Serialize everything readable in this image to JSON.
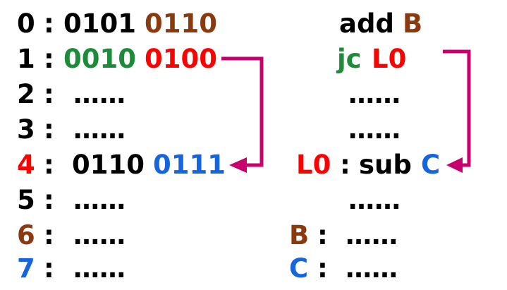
{
  "colors": {
    "black": "#000000",
    "brown": "#8B3A0F",
    "green": "#1E8B3A",
    "red": "#FF0000",
    "blue": "#1565E0",
    "arrow": "#C8006E"
  },
  "memory": {
    "rows": [
      {
        "addr": "0",
        "sep": ":",
        "op": "0101",
        "arg": "0110",
        "dots": ""
      },
      {
        "addr": "1",
        "sep": ":",
        "op": "0010",
        "arg": "0100",
        "dots": ""
      },
      {
        "addr": "2",
        "sep": ":",
        "op": "",
        "arg": "",
        "dots": "……"
      },
      {
        "addr": "3",
        "sep": ":",
        "op": "",
        "arg": "",
        "dots": "……"
      },
      {
        "addr": "4",
        "sep": ":",
        "op": "0110",
        "arg": "0111",
        "dots": ""
      },
      {
        "addr": "5",
        "sep": ":",
        "op": "",
        "arg": "",
        "dots": "……"
      },
      {
        "addr": "6",
        "sep": ":",
        "op": "",
        "arg": "",
        "dots": "……"
      },
      {
        "addr": "7",
        "sep": ":",
        "op": "",
        "arg": "",
        "dots": "……"
      }
    ]
  },
  "assembly": {
    "rows": [
      {
        "label": "",
        "sep": "",
        "mnemonic": "add",
        "operand": "B",
        "dots": ""
      },
      {
        "label": "",
        "sep": "",
        "mnemonic": "jc",
        "operand": "L0",
        "dots": ""
      },
      {
        "label": "",
        "sep": "",
        "mnemonic": "",
        "operand": "",
        "dots": "……"
      },
      {
        "label": "",
        "sep": "",
        "mnemonic": "",
        "operand": "",
        "dots": "……"
      },
      {
        "label": "L0",
        "sep": ":",
        "mnemonic": "sub",
        "operand": "C",
        "dots": ""
      },
      {
        "label": "",
        "sep": "",
        "mnemonic": "",
        "operand": "",
        "dots": "……"
      },
      {
        "label": "B",
        "sep": ":",
        "mnemonic": "",
        "operand": "",
        "dots": "……"
      },
      {
        "label": "C",
        "sep": ":",
        "mnemonic": "",
        "operand": "",
        "dots": "……"
      }
    ]
  }
}
